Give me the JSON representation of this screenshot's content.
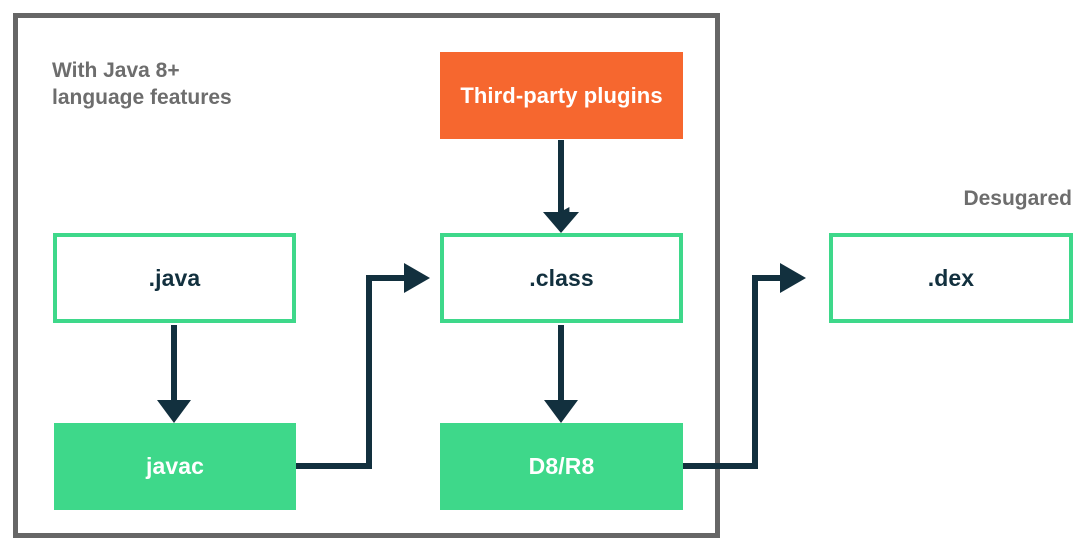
{
  "diagram": {
    "title_note": "With Java 8+\nlanguage features",
    "desugared_note": "Desugared",
    "colors": {
      "green": "#3ed88a",
      "orange": "#f6672f",
      "arrow_navy": "#12303e",
      "frame_gray": "#666666",
      "label_gray": "#6d6d6d"
    },
    "nodes": {
      "third_party": "Third-party plugins",
      "java": ".java",
      "class": ".class",
      "dex": ".dex",
      "javac": "javac",
      "d8r8": "D8/R8"
    },
    "edges": [
      {
        "from": "third_party",
        "to": "class",
        "style": "straight-down"
      },
      {
        "from": "java",
        "to": "javac",
        "style": "straight-down"
      },
      {
        "from": "javac",
        "to": "class",
        "style": "right-up-right"
      },
      {
        "from": "class",
        "to": "d8r8",
        "style": "straight-down"
      },
      {
        "from": "d8r8",
        "to": "dex",
        "style": "right-up-right"
      }
    ]
  }
}
